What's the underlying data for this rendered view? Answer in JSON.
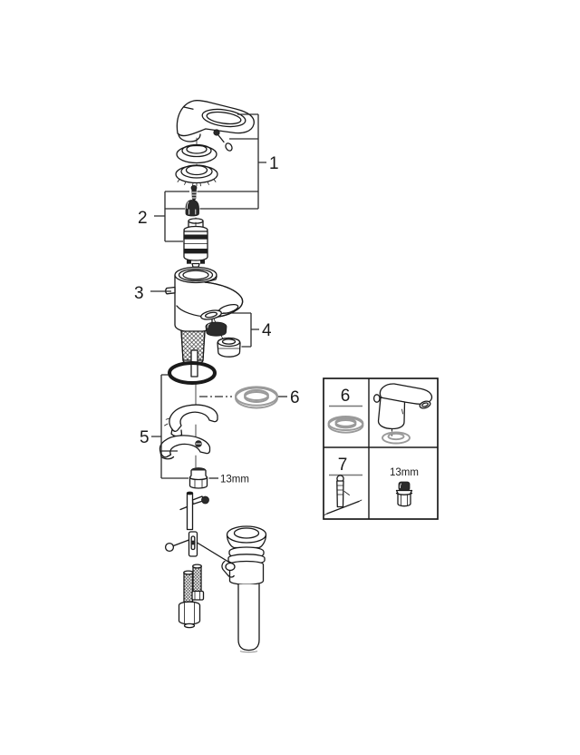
{
  "diagram": {
    "type": "exploded-parts-diagram",
    "background_color": "#ffffff",
    "line_color": "#1a1a1a",
    "gasket_color": "#9a9a9a",
    "callouts": {
      "c1": "1",
      "c2": "2",
      "c3": "3",
      "c4": "4",
      "c5": "5",
      "c6": "6"
    },
    "annotations": {
      "nut_size": "13mm"
    },
    "inset": {
      "cell_gasket_label": "6",
      "cell_tool_label": "7",
      "nut_size": "13mm"
    }
  }
}
